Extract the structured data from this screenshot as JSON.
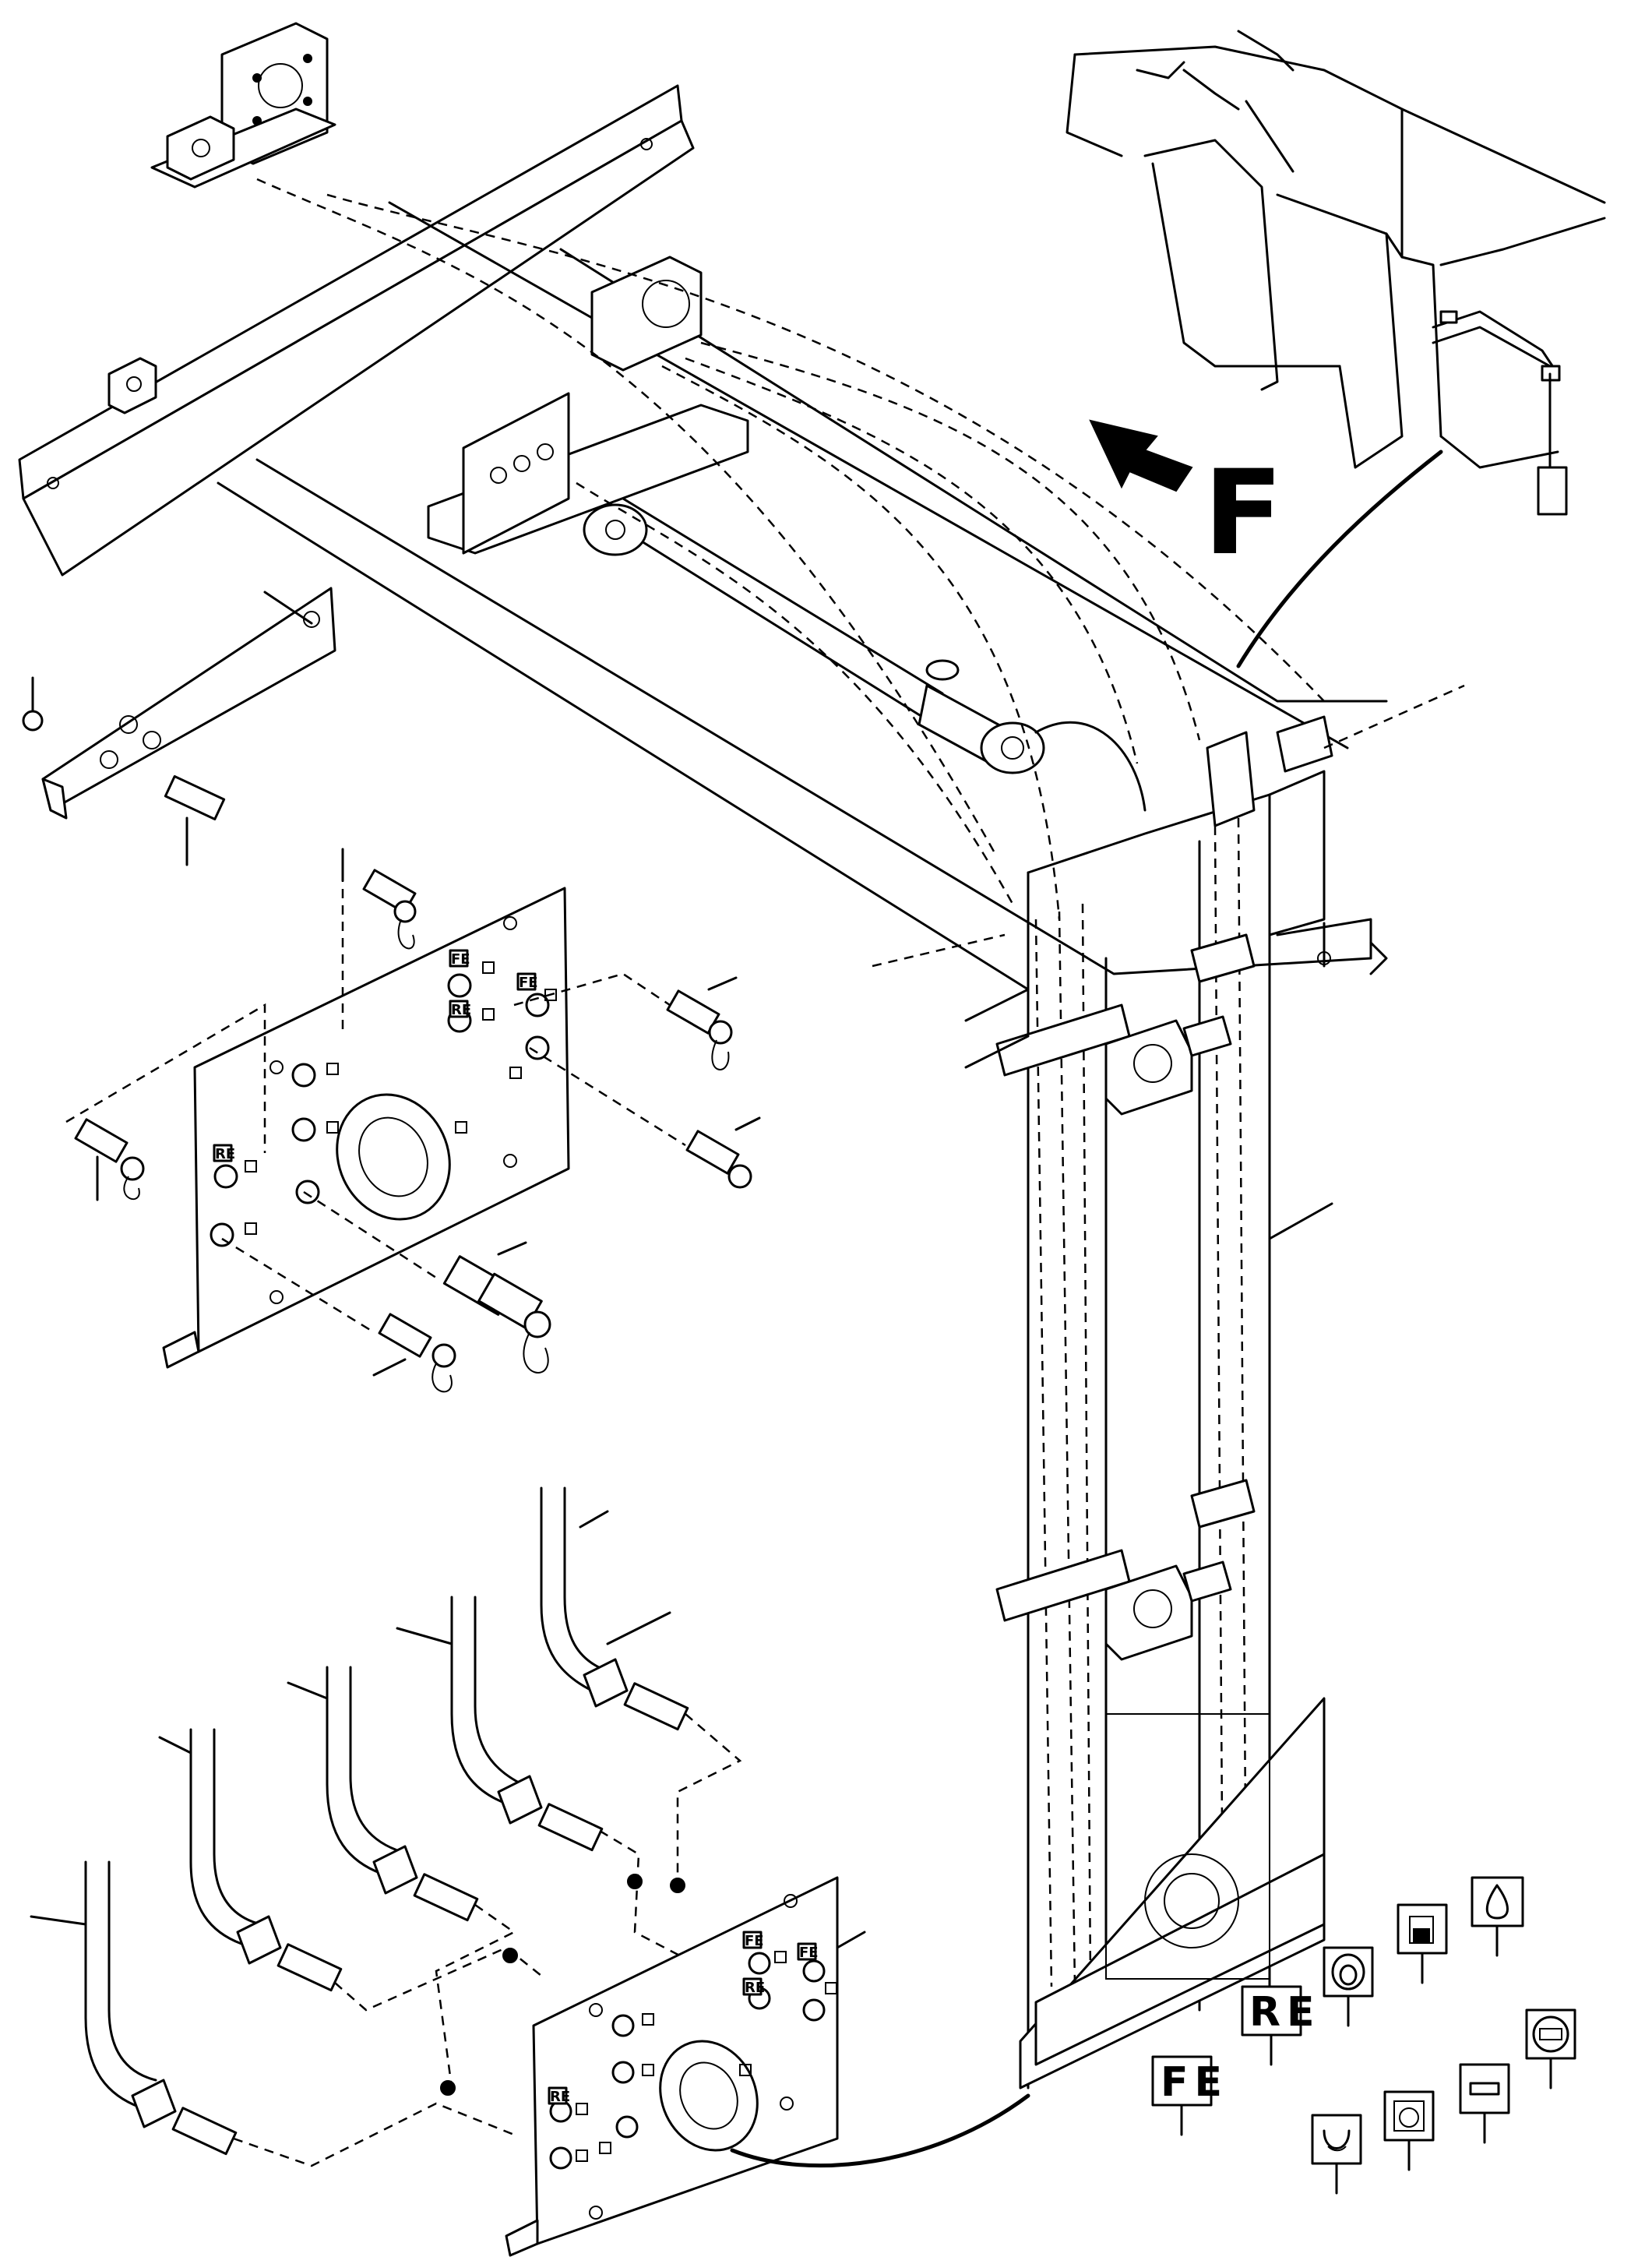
{
  "view": {
    "direction_letter": "F"
  },
  "symbols": {
    "fe_label": "FE",
    "re_label": "RE",
    "icons": [
      "drop-symbol-icon",
      "tank-symbol-icon",
      "bulb-symbol-icon",
      "bucket-tilt-icon",
      "level-symbol-icon",
      "rectangle-symbol-icon",
      "rotation-symbol-icon"
    ]
  },
  "panel_tags": {
    "fe": "FE",
    "re": "RE"
  }
}
